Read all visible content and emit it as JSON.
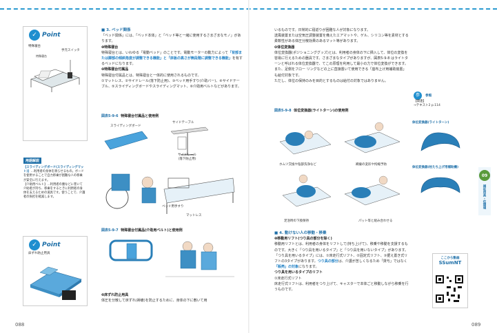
{
  "left_page": {
    "page_number": "088",
    "point1": {
      "label": "Point",
      "fig_label": "特殊寝台",
      "hand_switch": "手元スイッチ",
      "fig_label2": "特殊寝台"
    },
    "sidebar": {
      "head": "用語解説",
      "text1": "【スライディングボード(スライディングマット)】",
      "text2": "…利用者の身体を滑らせるもの。ボードを使用することで自力移乗が困難な人の移乗が安全に行えます。",
      "text3": "【介助用ベルト】…利用者の腰などに巻いて介助者が持ち、移乗をするときに利用者の身体を支えるための道具です。",
      "text4": "使うことで、介護者の負担を軽減します。"
    },
    "point2": {
      "label": "Point",
      "fig_label": "床ずれ防止用具"
    },
    "sec3_title": "■ 3. ベッド関係",
    "p1": "「ベッド関係」には、「ベッド本体」と「ベッド等と一緒に使用するさまざまなモノ」があります。",
    "h_bed": "❶特殊寝台",
    "p2a": "特殊寝台とは、いわゆる「電動ベッド」のことです。電動モーターの動力によって",
    "p2b": "「背部または脚部の傾斜角度が調整できる機能」と「床板の高さが無段階に調整できる機能」",
    "p2c": "を有するベッドになります。",
    "h_acc": "❷特殊寝台付属品",
    "p3": "特殊寝台付属品とは、特殊寝台と一体的に使用されるものです。",
    "p4": "①マットレス、②サイドレール(落下防止用)、③ベッド用手すり(介助バー)、④サイドテーブル、⑤スライディングボードやスライディングマット、⑥介助用ベルトなどがあります。",
    "fig96": {
      "label": "図表5-9-6",
      "title": "特殊寝台付属品と使用例"
    },
    "fig96_labels": {
      "board": "スライディングボード",
      "table": "サイドテーブル",
      "rail": "サイドレール",
      "rail_sub": "(落下防止用)",
      "handrail": "ベッド用手すり",
      "mattress": "マットレス"
    },
    "fig97": {
      "label": "図表5-9-7",
      "title": "特殊寝台付属品(介助用ベルト)と使用例"
    },
    "h_bed2": "❸床ずれ防止用具",
    "p5": "体圧を分散して床ずれ(褥瘡)を防止するために、身体の下に敷いて用"
  },
  "right_page": {
    "page_number": "089",
    "p1": "いるものです。日常的に寝返りが困難な人が対象になります。",
    "p2": "送風装置または空気圧調整装置を備えたエアマットや、ゲル、シリコン等を素材とする柔軟性がある体圧分散効果のあるマット等があります。",
    "h_pos": "❹体位変換器",
    "p3": "体位変換器(ポジショニンググッズ)とは、利用者の身体の下に挿入して、体位の変換を容易に行えるための器具です。さまざまなタイプがありますが、図表5-9-8 はライトターンと呼ばれる体位変換器で、てこの原理を利用して最小の力で体位変換ができます。",
    "p4": "また、足側をフロー リングなどの上に直接置いて使用できる「座布上げ用補助装置」も給付対象です。",
    "p5": "ただし、体位の保持のみを目的とするものは給付の対象ではありません。",
    "fig98": {
      "label": "図表5-9-8",
      "title": "体位変換器(ライトターン)の使用例"
    },
    "fig98_caps": [
      "ホムツ交換や陰部洗浄など",
      "褥瘡の変形や拘縮予防",
      "足浴時の下肢保持",
      "パット等と組み合わせる"
    ],
    "sec4_title": "■ 4. 動けない人の移動・移乗",
    "h_lift": "❶移動用リフト(つり具の部分を除く)",
    "p6a": "移動用リフトとは、利用者の身体をリフトして(持ち上げて)、移乗や移動を支援するものです。大きく「つり具を用いるタイプ」と「つり具を用いないタイプ」があります。",
    "p6b": "「つり具を用いるタイプ」には、①床走行式リフト、②固定式リフト、③据え置き式リフトの3タイプがあります。",
    "p6c_hl": "つり具の部分",
    "p6c": "は、介護が苦しくなるため「貸与」ではなく",
    "p6d_hl": "「販売」の対象",
    "p6d": "になります。",
    "h_hang": "つり具を用いるタイプのリフト",
    "h_floor": "①床走行式リフト",
    "p7": "床走行式リフトは、利用者をつり上げて、キャスターで本体ごと移動しながら移乗を行うものです。",
    "ref": {
      "icon": "参",
      "head": "参照",
      "sub": "【関連】",
      "line": "→テキスト2 p.114"
    },
    "side_fig1": "体位変換器(ライトターン)",
    "side_fig2": "体位変換器(柱たち上げ用補助機)",
    "tab_number": "09",
    "tab_text": "福祉用具・住環境",
    "qr_head": "ここから動画",
    "qr_brand": "SSumNT"
  }
}
